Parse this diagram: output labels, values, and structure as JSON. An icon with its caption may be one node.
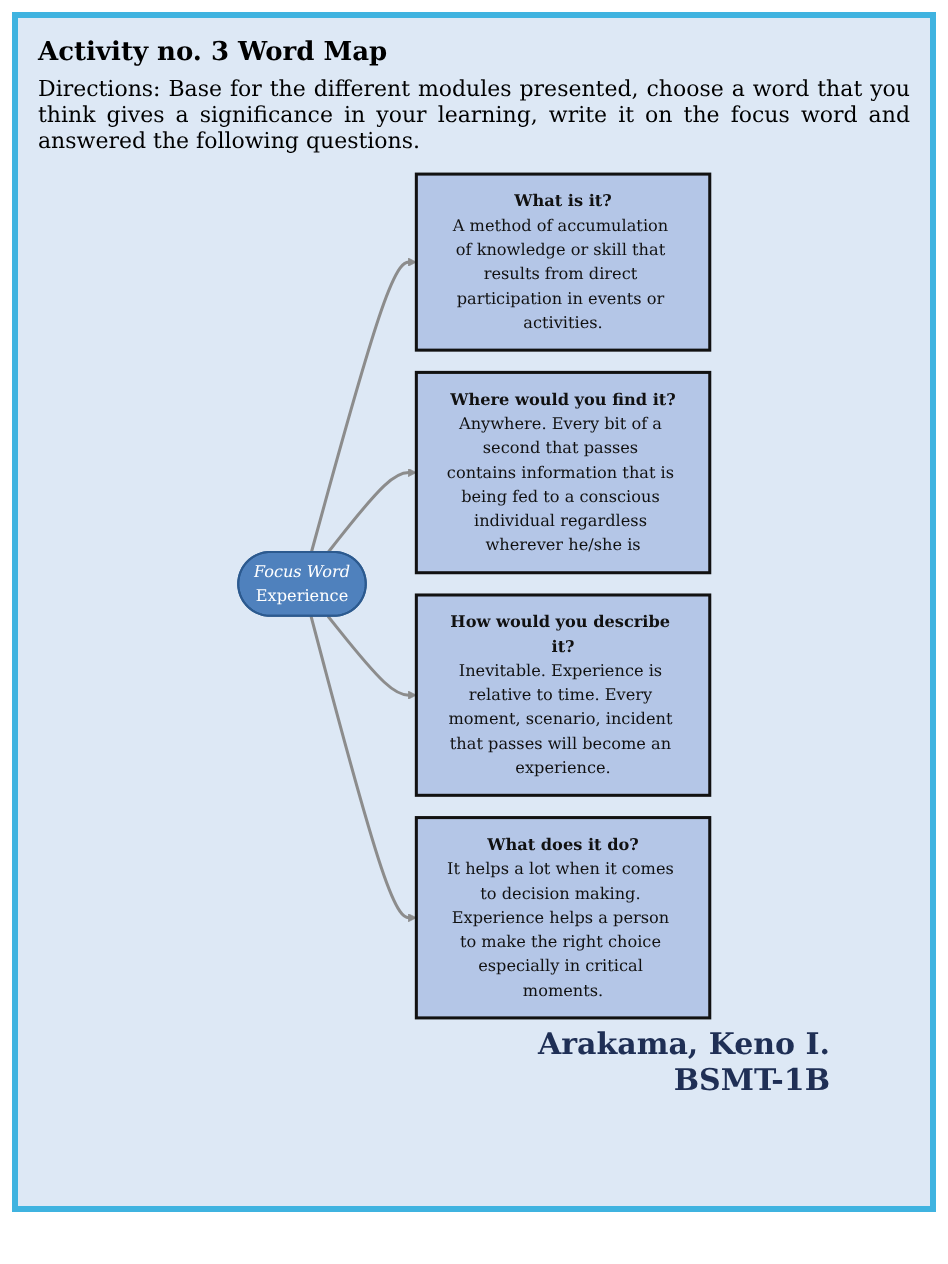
{
  "diagram": {
    "title": "Activity no. 3 Word Map",
    "nodes": [
      {
        "text": [
          "What is it?",
          "A method of accumulation of knowledge or skill that results from direct participation in events or activities."
        ]
      },
      {
        "text": [
          "Where would you find it?",
          "Anywhere. Every bit of a second that passes contains information that is being fed to a conscious individual regardless wherever he/she is"
        ]
      },
      {
        "text": [
          "Focus Word",
          "Experience"
        ]
      },
      {
        "text": [
          "How would you describe it?",
          "Inevitable. Experience is relative to time. Every moment, scenario, incident that passes will become an experience."
        ]
      },
      {
        "text": [
          "What does it do?",
          "It helps a lot when it comes to decision making. Experience helps a person to make the right choice especially in critical moments."
        ]
      }
    ],
    "edges": [
      {
        "from": 2,
        "to": 0,
        "arrow": "to"
      },
      {
        "from": 2,
        "to": 1,
        "arrow": "to"
      },
      {
        "from": 2,
        "to": 3,
        "arrow": "to"
      },
      {
        "from": 2,
        "to": 4,
        "arrow": "to"
      }
    ],
    "labels": [
      "Directions: Base for the different modules presented, choose a word that you think gives a significance in your learning, write it on the focus word and answered the following questions.",
      "Arakama, Keno I.",
      "BSMT-1B"
    ]
  }
}
